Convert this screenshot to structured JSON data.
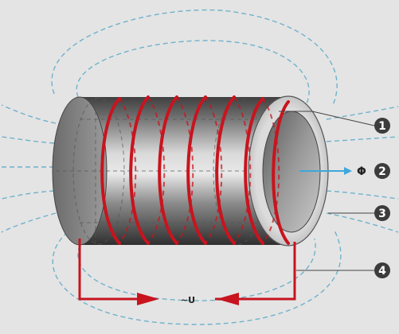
{
  "diagram": {
    "flux_label": "Φ",
    "voltage_label": "~U",
    "callouts": [
      "1",
      "2",
      "3",
      "4"
    ]
  },
  "colors": {
    "background": "#e4e4e4",
    "field_lines": "#6fb2cc",
    "coil_wire": "#c8141e",
    "cylinder_body": "#8a8a8a",
    "flux_arrow": "#3ea7dc",
    "callout_fill": "#3c3c3c",
    "leader_line": "#444444"
  },
  "icons": {
    "flux_arrow": "arrow-right-icon",
    "current_arrows": "arrow-head-icon"
  }
}
